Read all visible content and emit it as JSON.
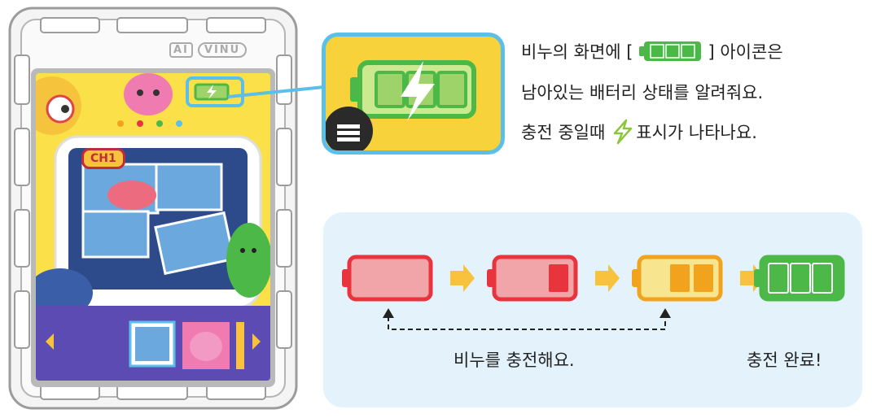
{
  "device": {
    "brand_ai": "AI",
    "brand_name": "VINU",
    "screen_channel_label": "CH1"
  },
  "description": {
    "line1_before": "비누의 화면에 [",
    "line1_after": "] 아이콘은",
    "line2": "남아있는 배터리 상태를 알려줘요.",
    "line3_before": "충전 중일때",
    "line3_after": "표시가 나타나요."
  },
  "charging_sequence": {
    "captions": {
      "charging": "비누를 충전해요.",
      "complete": "충전 완료!"
    },
    "stages": [
      {
        "name": "empty",
        "filled_cells": 0,
        "of": 3,
        "color": "#e8353d"
      },
      {
        "name": "one-third",
        "filled_cells": 1,
        "of": 3,
        "color": "#e8353d"
      },
      {
        "name": "two-thirds",
        "filled_cells": 2,
        "of": 3,
        "color": "#f2a31e"
      },
      {
        "name": "full",
        "filled_cells": 3,
        "of": 3,
        "color": "#4cb848"
      }
    ]
  },
  "colors": {
    "frame_border": "#9c9c9c",
    "highlight": "#5bbfe9",
    "panel_bg": "#e4f2fb",
    "arrow": "#f9c23c",
    "screen_bg": "#fbe04a",
    "screen_bottom": "#5b4bb3"
  }
}
